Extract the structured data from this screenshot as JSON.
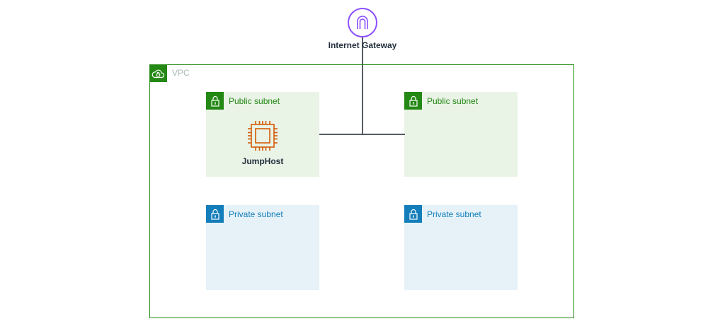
{
  "internet_gateway": {
    "label": "Internet Gateway",
    "icon": "internet-gateway-icon",
    "color": "#8C4FFF"
  },
  "vpc": {
    "label": "VPC",
    "icon": "cloud-lock-icon",
    "color": "#248814"
  },
  "subnets": [
    {
      "label": "Public subnet",
      "type": "public",
      "icon": "lock-icon",
      "color": "#248814"
    },
    {
      "label": "Public subnet",
      "type": "public",
      "icon": "lock-icon",
      "color": "#248814"
    },
    {
      "label": "Private subnet",
      "type": "private",
      "icon": "lock-icon",
      "color": "#147EBA"
    },
    {
      "label": "Private subnet",
      "type": "private",
      "icon": "lock-icon",
      "color": "#147EBA"
    }
  ],
  "instance": {
    "label": "JumpHost",
    "icon": "ec2-instance-icon",
    "color": "#D45B07"
  },
  "connector_color": "#545B64"
}
